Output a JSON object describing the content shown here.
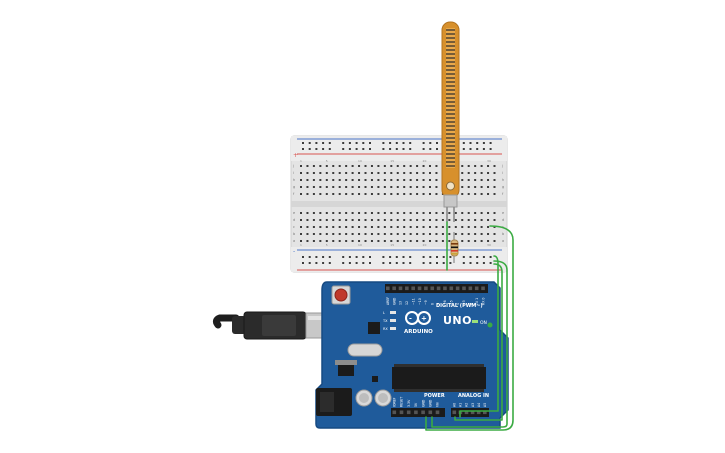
{
  "breadboard": {
    "rail_sign_plus": "+",
    "rail_sign_minus": "-",
    "row_letters_top": [
      "j",
      "i",
      "h",
      "g",
      "f"
    ],
    "row_letters_bottom": [
      "e",
      "d",
      "c",
      "b",
      "a"
    ],
    "column_numbers": [
      "1",
      "5",
      "10",
      "15",
      "20",
      "25",
      "30"
    ],
    "colors": {
      "body": "#e4e4e4",
      "rail_red": "#d9534f",
      "rail_blue": "#4a73c9",
      "hole": "#3c3c3c"
    }
  },
  "flex_sensor": {
    "colors": {
      "strip": "#d7902c",
      "trace": "#2a2a2a",
      "base": "#c7c7c7"
    }
  },
  "resistor": {
    "colors": {
      "body": "#d9b77f",
      "bands": [
        "#7a3b10",
        "#111111",
        "#d63a2a",
        "#c9a33a"
      ]
    }
  },
  "arduino": {
    "model": "UNO",
    "logo_text": "ARDUINO",
    "digital_header_label": "DIGITAL (PWM~)",
    "power_header_label": "POWER",
    "analog_header_label": "ANALOG IN",
    "on_label": "ON",
    "led_labels": [
      "L",
      "TX",
      "RX"
    ],
    "digital_pins": [
      "AREF",
      "GND",
      "13",
      "12",
      "~11",
      "~10",
      "~9",
      "8",
      "7",
      "~6",
      "~5",
      "4",
      "~3",
      "2",
      "TX 1",
      "RX 0"
    ],
    "power_pins": [
      "IOREF",
      "RESET",
      "3.3V",
      "5V",
      "GND",
      "GND",
      "Vin"
    ],
    "analog_pins": [
      "A0",
      "A1",
      "A2",
      "A3",
      "A4",
      "A5"
    ],
    "colors": {
      "board": "#1f5b9b",
      "board_edge": "#174a82",
      "chip": "#1b1b1b",
      "header": "#1b1b1b",
      "reset": "#c0392b"
    }
  },
  "usb_cable": {
    "colors": {
      "plug": "#2b2b2b",
      "metal": "#c8c8c8"
    }
  },
  "wires": {
    "colors": {
      "green": "#3bab43"
    }
  }
}
